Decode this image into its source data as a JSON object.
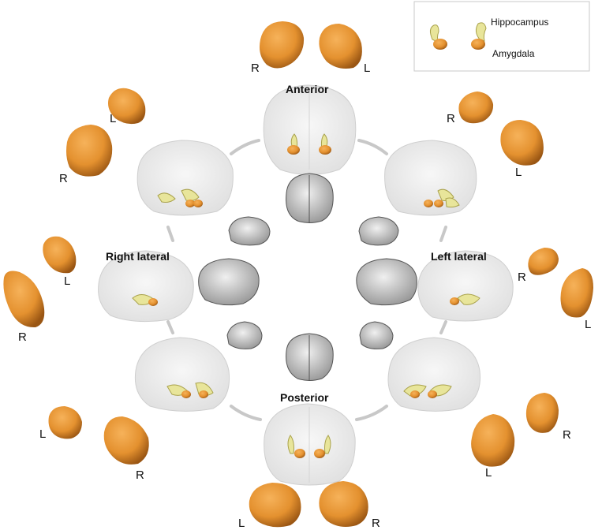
{
  "views": {
    "anterior": "Anterior",
    "posterior": "Posterior",
    "right_lateral": "Right lateral",
    "left_lateral": "Left lateral"
  },
  "side_labels": {
    "top_R": "R",
    "top_L": "L",
    "ul_L": "L",
    "ul_R": "R",
    "ur_R": "R",
    "ur_L": "L",
    "ml_L": "L",
    "ml_R": "R",
    "mr_R": "R",
    "mr_L": "L",
    "ll_L": "L",
    "ll_R": "R",
    "lr_R": "R",
    "lr_L": "L",
    "bot_L": "L",
    "bot_R": "R"
  },
  "legend": {
    "hippocampus": "Hippocampus",
    "amygdala": "Amygdala"
  },
  "colors": {
    "amygdala": "#e89a3c",
    "amygdala_dark": "#b8691d",
    "hippocampus": "#e8e59a",
    "hippocampus_dark": "#a9a24c",
    "glass_brain": "#e9e9e9",
    "ring": "#c8c8c8"
  }
}
